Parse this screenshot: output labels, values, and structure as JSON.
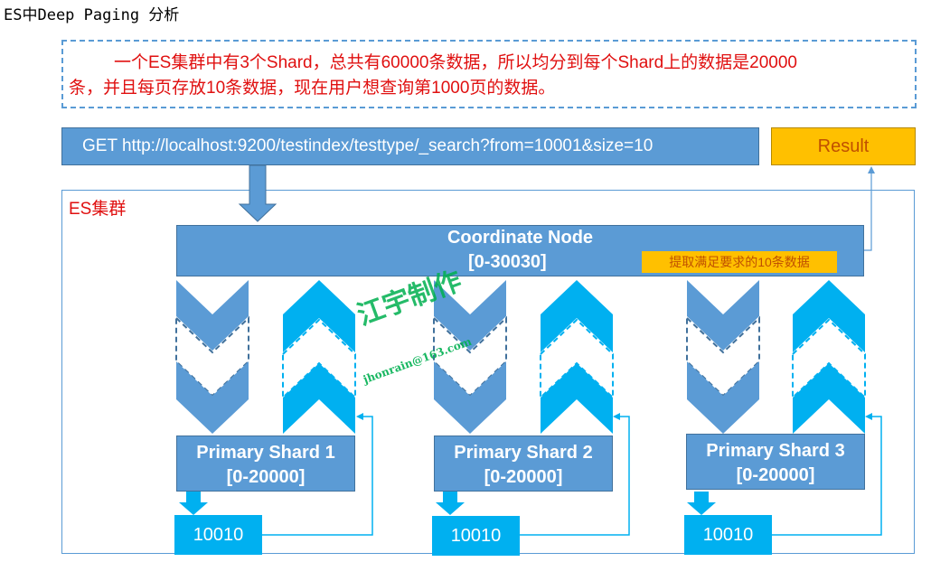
{
  "title": "ES中Deep Paging 分析",
  "note": {
    "line1": "一个ES集群中有3个Shard，总共有60000条数据，所以均分到每个Shard上的数据是20000",
    "line2": "条，并且每页存放10条数据，现在用户想查询第1000页的数据。"
  },
  "request": "GET http://localhost:9200/testindex/testtype/_search?from=10001&size=10",
  "result": "Result",
  "cluster_label": "ES集群",
  "coordinate_node": {
    "title": "Coordinate Node",
    "range": "[0-30030]",
    "extract_label": "提取满足要求的10条数据"
  },
  "shards": [
    {
      "title": "Primary Shard 1",
      "range": "[0-20000]",
      "count": "10010"
    },
    {
      "title": "Primary Shard 2",
      "range": "[0-20000]",
      "count": "10010"
    },
    {
      "title": "Primary Shard 3",
      "range": "[0-20000]",
      "count": "10010"
    }
  ],
  "watermark": {
    "cn": "江宇制作",
    "en": "jhonrain@163.com"
  },
  "colors": {
    "blue": "#5b9bd5",
    "cyan": "#00b0f0",
    "orange": "#ffc000",
    "red": "#e01010",
    "green": "#00b050"
  }
}
